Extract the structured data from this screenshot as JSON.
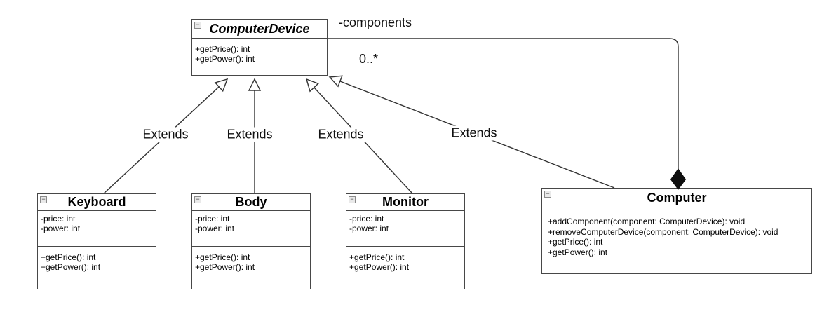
{
  "diagram": {
    "type": "uml-class-diagram",
    "classes": [
      {
        "name": "ComputerDevice",
        "abstract": true,
        "attributes": [],
        "methods": [
          "+getPrice(): int",
          "+getPower(): int"
        ]
      },
      {
        "name": "Keyboard",
        "abstract": false,
        "attributes": [
          "-price: int",
          "-power: int"
        ],
        "methods": [
          "+getPrice(): int",
          "+getPower(): int"
        ]
      },
      {
        "name": "Body",
        "abstract": false,
        "attributes": [
          "-price: int",
          "-power: int"
        ],
        "methods": [
          "+getPrice(): int",
          "+getPower(): int"
        ]
      },
      {
        "name": "Monitor",
        "abstract": false,
        "attributes": [
          "-price: int",
          "-power: int"
        ],
        "methods": [
          "+getPrice(): int",
          "+getPower(): int"
        ]
      },
      {
        "name": "Computer",
        "abstract": false,
        "attributes": [],
        "methods": [
          "+addComponent(component: ComputerDevice): void",
          "+removeComputerDevice(component: ComputerDevice): void",
          "+getPrice(): int",
          "+getPower(): int"
        ]
      }
    ],
    "relationships": {
      "extends_labels": [
        "Extends",
        "Extends",
        "Extends",
        "Extends"
      ],
      "composition": {
        "name": "-components",
        "multiplicity": "0..*",
        "from": "Computer",
        "to": "ComputerDevice"
      }
    },
    "icons": {
      "collapse_glyph": "−"
    },
    "colors": {
      "box_border": "#474747",
      "edge_line": "#333333",
      "diamond_fill": "#0f0f0f",
      "background": "#ffffff",
      "text": "#000000"
    }
  }
}
